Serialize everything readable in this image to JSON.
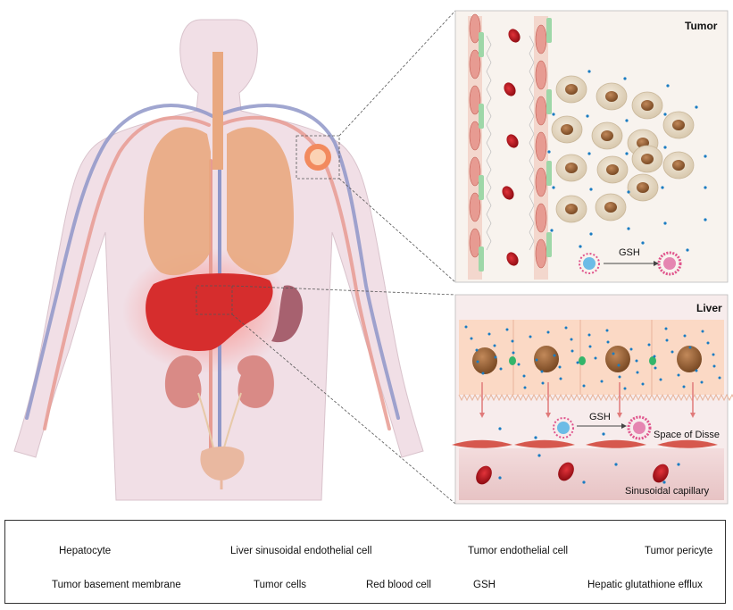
{
  "panels": {
    "tumor": {
      "title": "Tumor",
      "gsh_label": "GSH"
    },
    "liver": {
      "title": "Liver",
      "gsh_label": "GSH",
      "space_label": "Space of Disse",
      "capillary_label": "Sinusoidal capillary"
    }
  },
  "legend": {
    "items": [
      {
        "id": "hepatocyte",
        "label": "Hepatocyte"
      },
      {
        "id": "lsec",
        "label": "Liver sinusoidal endothelial cell"
      },
      {
        "id": "tumor-endo",
        "label": "Tumor endothelial cell"
      },
      {
        "id": "pericyte",
        "label": "Tumor pericyte"
      },
      {
        "id": "basement",
        "label": "Tumor basement membrane"
      },
      {
        "id": "tumor-cells",
        "label": "Tumor cells"
      },
      {
        "id": "rbc",
        "label": "Red blood cell"
      },
      {
        "id": "gsh",
        "label": "GSH"
      },
      {
        "id": "efflux",
        "label": "Hepatic glutathione efflux"
      }
    ]
  },
  "colors": {
    "body": "#f1dfe6",
    "vein": "#8f96c8",
    "artery": "#e79b92",
    "lung": "#e9a880",
    "liver": "#d62d2d",
    "spleen": "#a7616f",
    "kidney": "#d98a86",
    "rbc": "#b3141c",
    "gsh_dot": "#1a7cc2",
    "tumor_cell": "#e7dccb",
    "nucleus": "#9a6a3e",
    "hepatocyte": "#fbd9c5"
  }
}
